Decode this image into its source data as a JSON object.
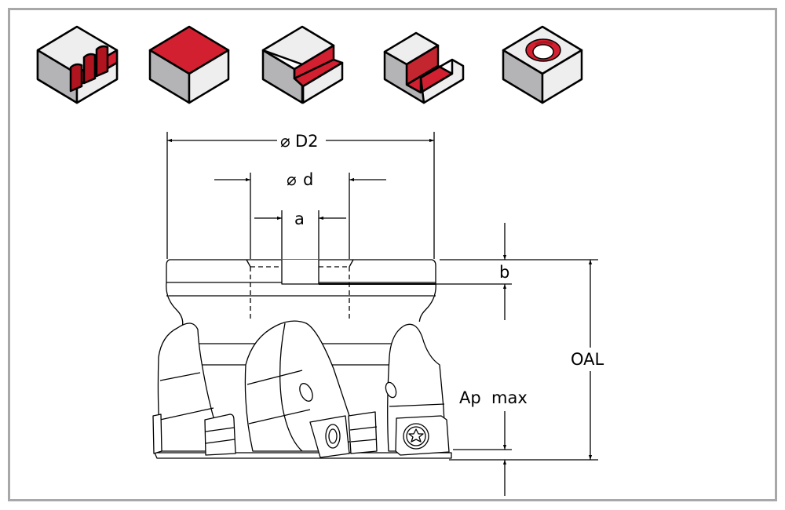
{
  "diagram": {
    "title": "Face milling cutter dimension drawing",
    "operation_icons": [
      {
        "name": "shoulder-milling-icon",
        "label": "Shoulder milling"
      },
      {
        "name": "face-milling-icon",
        "label": "Face milling"
      },
      {
        "name": "step-milling-icon",
        "label": "Step milling"
      },
      {
        "name": "slot-milling-icon",
        "label": "Slot milling"
      },
      {
        "name": "helical-interpolation-icon",
        "label": "Helical interpolation"
      }
    ],
    "dimensions": {
      "D2": "D2",
      "d": "d",
      "a": "a",
      "b": "b",
      "oal": "OAL",
      "ap_max": "Ap  max"
    },
    "diameter_symbol": "⌀",
    "colors": {
      "accent_red": "#d22030",
      "dark_red": "#b0141e",
      "face_light": "#eeeeee",
      "face_gray": "#b4b4b6",
      "frame": "#a8a8a8"
    }
  }
}
